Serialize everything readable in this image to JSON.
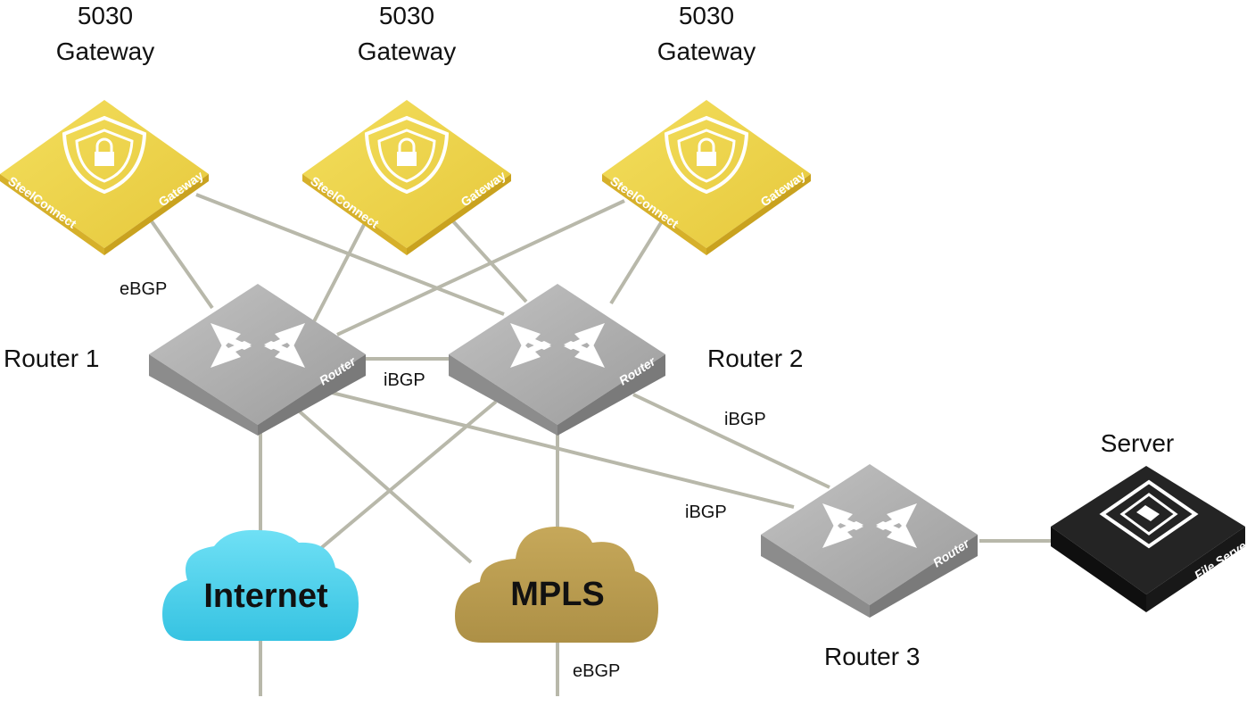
{
  "gateways": [
    {
      "line1": "5030",
      "line2": "Gateway",
      "brand": "SteelConnect",
      "type": "Gateway"
    },
    {
      "line1": "5030",
      "line2": "Gateway",
      "brand": "SteelConnect",
      "type": "Gateway"
    },
    {
      "line1": "5030",
      "line2": "Gateway",
      "brand": "SteelConnect",
      "type": "Gateway"
    }
  ],
  "routers": [
    {
      "name": "Router 1",
      "face": "Router"
    },
    {
      "name": "Router 2",
      "face": "Router"
    },
    {
      "name": "Router 3",
      "face": "Router"
    }
  ],
  "server": {
    "title": "Server",
    "face": "File Server"
  },
  "clouds": {
    "internet": "Internet",
    "mpls": "MPLS"
  },
  "links": {
    "ebgp_gateway": "eBGP",
    "ibgp_r1_r2": "iBGP",
    "ibgp_r2_r3": "iBGP",
    "ibgp_r1_r3": "iBGP",
    "ebgp_mpls": "eBGP"
  },
  "colors": {
    "gateway_top": "#efd54a",
    "gateway_side": "#dcb62a",
    "router_top": "#a9a9a9",
    "router_side": "#8f8f8f",
    "internet": "#3fc9e6",
    "mpls": "#b89a4f",
    "server": "#1c1c1c",
    "link": "#b8b8aa"
  }
}
